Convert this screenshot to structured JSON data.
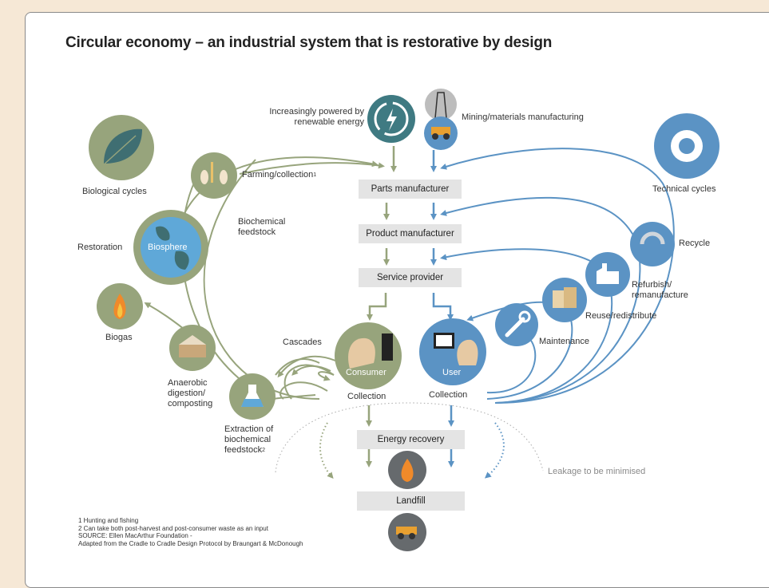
{
  "title": "Circular economy – an industrial system that is restorative by design",
  "colors": {
    "green": "#97a47c",
    "green_dark": "#6e7c55",
    "blue": "#5b93c4",
    "gray_box": "#e4e4e4",
    "teal": "#3f7a82"
  },
  "top": {
    "renewable": "Increasingly powered by renewable energy",
    "mining": "Mining/materials manufacturing"
  },
  "left": {
    "biological_cycles": "Biological cycles",
    "farming": "Farming/collection",
    "farming_sup": "1",
    "biochemical_feedstock": "Biochemical feedstock",
    "restoration": "Restoration",
    "biosphere": "Biosphere",
    "biogas": "Biogas",
    "anaerobic": "Anaerobic digestion/ composting",
    "extraction": "Extraction of biochemical feedstock",
    "extraction_sup": "2",
    "cascades": "Cascades"
  },
  "right": {
    "technical_cycles": "Technical cycles",
    "recycle": "Recycle",
    "refurbish": "Refurbish/ remanufacture",
    "reuse": "Reuse/redistribute",
    "maintenance": "Maintenance"
  },
  "center": {
    "parts": "Parts manufacturer",
    "product": "Product manufacturer",
    "service": "Service provider",
    "consumer": "Consumer",
    "user": "User",
    "collection_left": "Collection",
    "collection_right": "Collection",
    "energy": "Energy recovery",
    "landfill": "Landfill",
    "leakage": "Leakage to be minimised"
  },
  "footnotes": [
    "1  Hunting and fishing",
    "2 Can take both post-harvest and post-consumer waste as an input",
    "SOURCE: Ellen MacArthur Foundation -",
    "Adapted from the Cradle to Cradle Design Protocol by Braungart & McDonough"
  ]
}
